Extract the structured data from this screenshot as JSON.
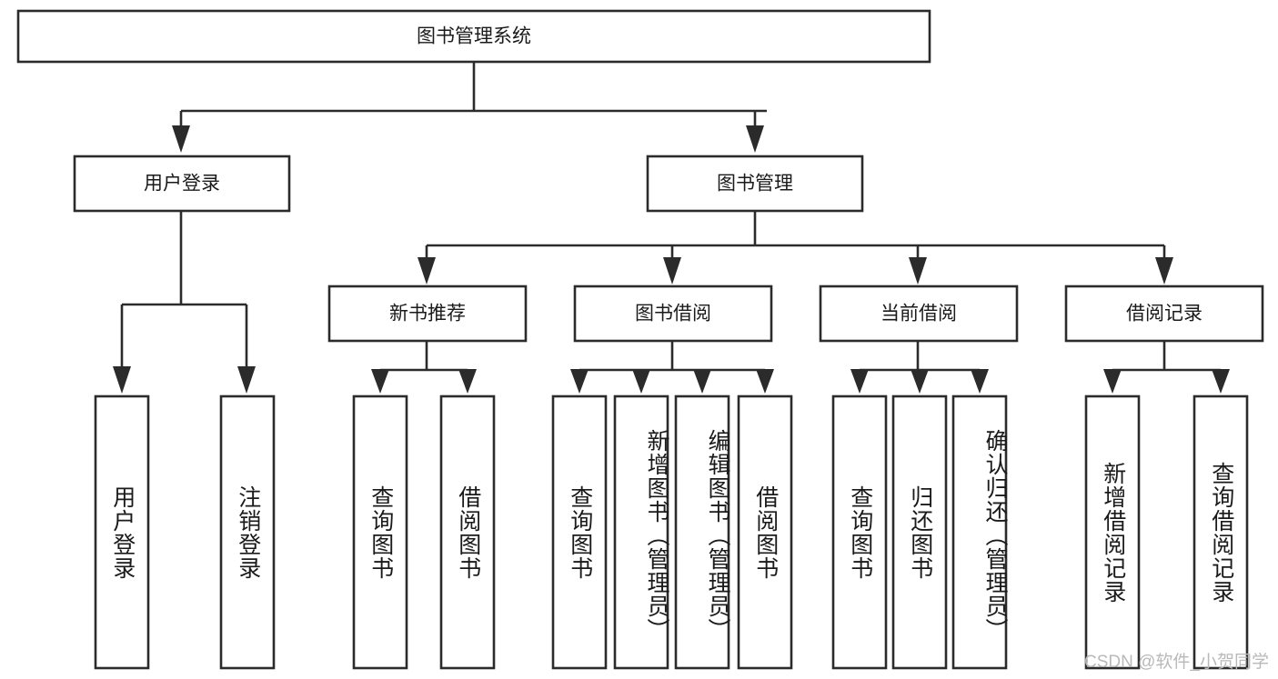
{
  "diagram": {
    "type": "hierarchy-tree",
    "title": "图书管理系统",
    "watermark": "CSDN @软件_小贺同学",
    "colors": {
      "stroke": "#2b2b2b",
      "box_fill": "#ffffff",
      "text": "#1a1a1a",
      "background": "#ffffff",
      "watermark": "#b9b9b9"
    },
    "levels": {
      "level1": [
        {
          "id": "root",
          "label": "图书管理系统"
        }
      ],
      "level2": [
        {
          "id": "user-login",
          "label": "用户登录"
        },
        {
          "id": "book-manage",
          "label": "图书管理"
        }
      ],
      "level3": [
        {
          "id": "new-book-recommend",
          "label": "新书推荐"
        },
        {
          "id": "book-borrow",
          "label": "图书借阅"
        },
        {
          "id": "current-borrow",
          "label": "当前借阅"
        },
        {
          "id": "borrow-record",
          "label": "借阅记录"
        }
      ],
      "level4": [
        {
          "id": "leaf-user-login",
          "label": "用户登录",
          "parent": "user-login"
        },
        {
          "id": "leaf-logout-login",
          "label": "注销登录",
          "parent": "user-login"
        },
        {
          "id": "leaf-query-book-1",
          "label": "查询图书",
          "parent": "new-book-recommend"
        },
        {
          "id": "leaf-borrow-book-1",
          "label": "借阅图书",
          "parent": "new-book-recommend"
        },
        {
          "id": "leaf-query-book-2",
          "label": "查询图书",
          "parent": "book-borrow"
        },
        {
          "id": "leaf-add-book",
          "label": "新增图书（管理员）",
          "parent": "book-borrow"
        },
        {
          "id": "leaf-edit-book",
          "label": "编辑图书（管理员）",
          "parent": "book-borrow"
        },
        {
          "id": "leaf-borrow-book-2",
          "label": "借阅图书",
          "parent": "book-borrow"
        },
        {
          "id": "leaf-query-book-3",
          "label": "查询图书",
          "parent": "current-borrow"
        },
        {
          "id": "leaf-return-book",
          "label": "归还图书",
          "parent": "current-borrow"
        },
        {
          "id": "leaf-confirm-return",
          "label": "确认归还（管理员）",
          "parent": "current-borrow"
        },
        {
          "id": "leaf-add-record",
          "label": "新增借阅记录",
          "parent": "borrow-record"
        },
        {
          "id": "leaf-query-record",
          "label": "查询借阅记录",
          "parent": "borrow-record"
        }
      ]
    }
  }
}
